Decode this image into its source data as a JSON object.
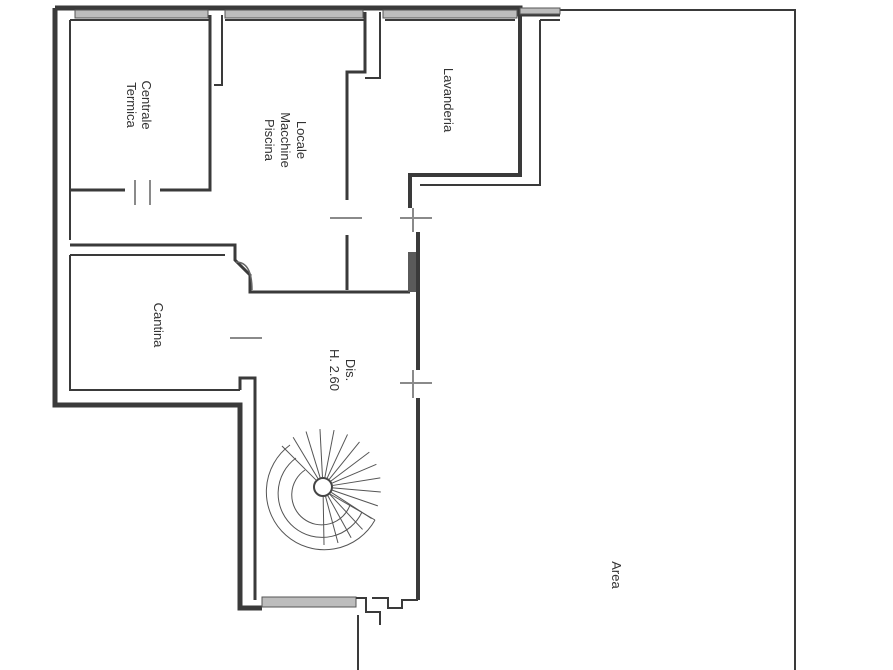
{
  "rooms": {
    "centrale_termica": [
      "Centrale",
      "Termica"
    ],
    "locale_macchine": [
      "Locale",
      "Macchine",
      "Piscina"
    ],
    "lavanderia": [
      "Lavanderia"
    ],
    "cantina": [
      "Cantina"
    ],
    "disimpegno": [
      "Dis.",
      "H. 2.60"
    ],
    "area": [
      "Area"
    ]
  }
}
